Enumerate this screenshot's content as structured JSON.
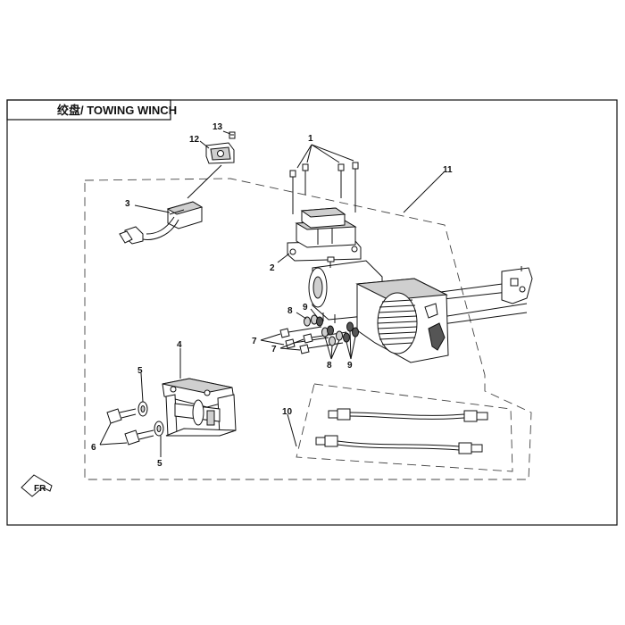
{
  "diagram": {
    "title": "绞盘/ TOWING WINCH",
    "callouts": {
      "c1": "1",
      "c2": "2",
      "c3": "3",
      "c4": "4",
      "c5a": "5",
      "c5b": "5",
      "c6": "6",
      "c7a": "7",
      "c7b": "7",
      "c8a": "8",
      "c8b": "8",
      "c9a": "9",
      "c9b": "9",
      "c10": "10",
      "c11": "11",
      "c12": "12",
      "c13": "13"
    },
    "front_marker": "FR"
  }
}
